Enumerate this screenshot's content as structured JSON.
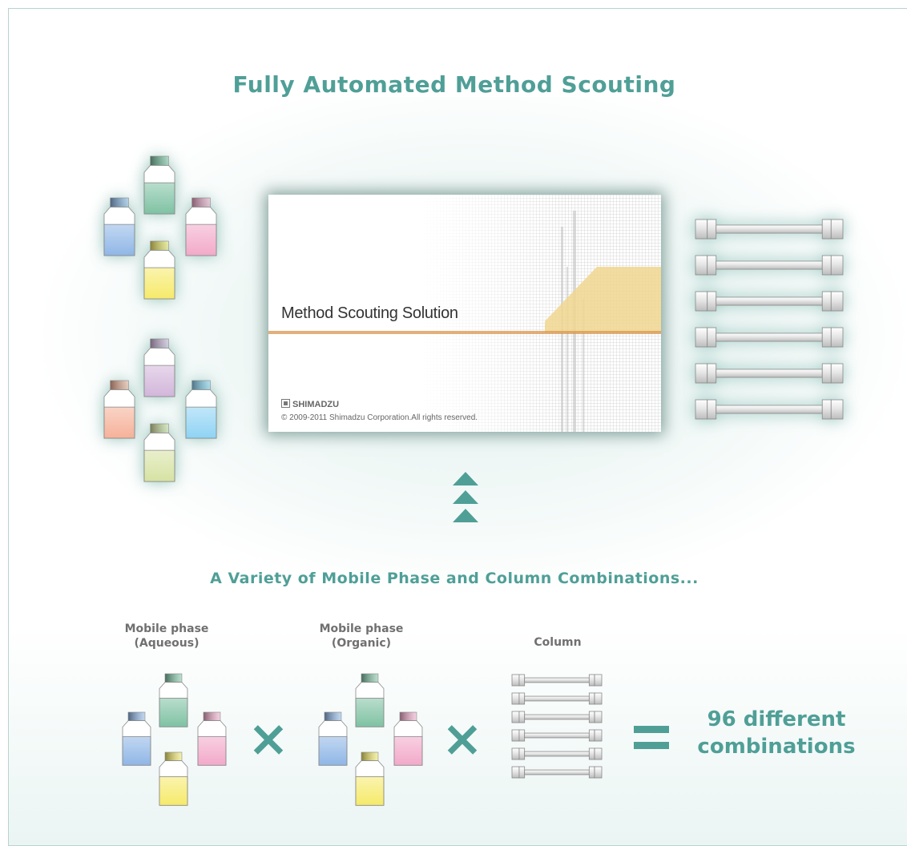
{
  "title": "Fully Automated Method Scouting",
  "splash": {
    "product_name": "Method Scouting Solution",
    "brand": "SHIMADZU",
    "copyright": "© 2009-2011 Shimadzu Corporation.All rights reserved."
  },
  "subtitle": "A Variety of Mobile Phase and Column Combinations...",
  "labels": {
    "aqueous_line1": "Mobile phase",
    "aqueous_line2": "(Aqueous)",
    "organic_line1": "Mobile phase",
    "organic_line2": "(Organic)",
    "column": "Column"
  },
  "operators": {
    "times": "×"
  },
  "result": {
    "line1": "96 different",
    "line2": "combinations"
  },
  "colors": {
    "accent": "#4f9f97",
    "bottle_green": "#7fc2a3",
    "bottle_blue": "#8fb6e6",
    "bottle_pink": "#f2a9c9",
    "bottle_yellow": "#f6ea6a",
    "bottle_purple": "#d2b6da",
    "bottle_orange": "#f5b199",
    "bottle_cyan": "#8fd3f4",
    "bottle_olive": "#d6e2a2"
  },
  "icons": [
    "bottle-icon",
    "column-icon",
    "up-arrow-icon",
    "times-icon",
    "equals-icon",
    "shimadzu-logo-icon"
  ]
}
